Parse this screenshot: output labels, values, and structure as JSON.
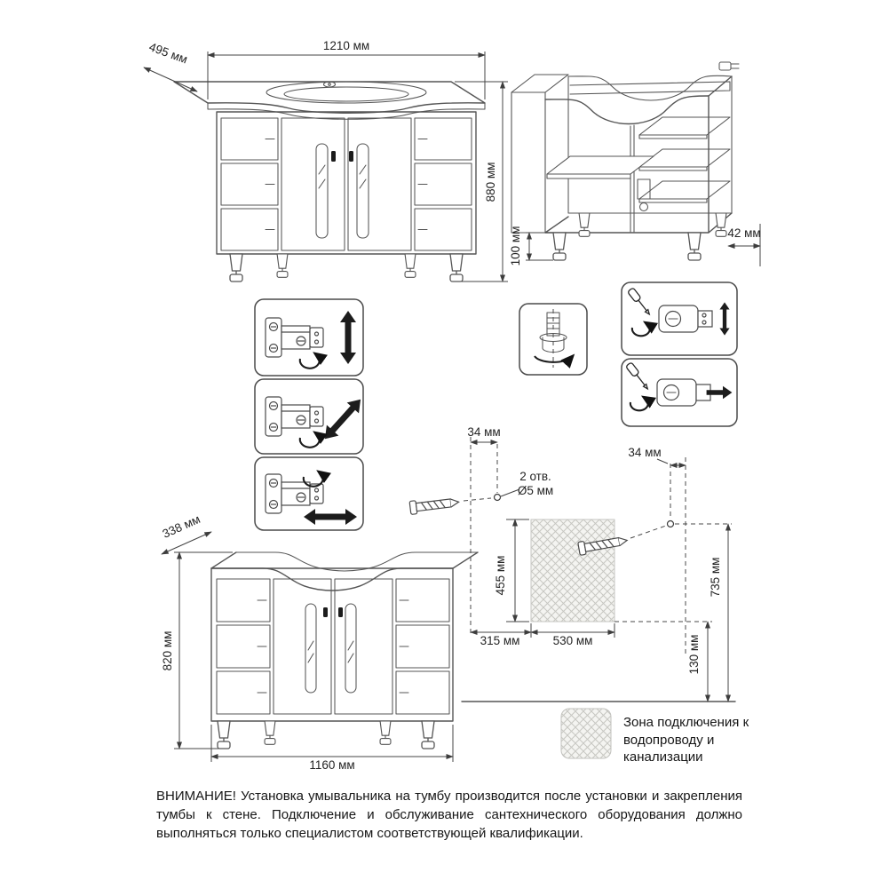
{
  "front_view": {
    "width": "1210 мм",
    "depth": "495 мм",
    "height": "880 мм"
  },
  "internal_view": {
    "leg_height": "100 мм",
    "wall_gap": "42 мм"
  },
  "rear_view": {
    "depth": "338 мм",
    "height": "820 мм",
    "width": "1160 мм"
  },
  "wall_layout": {
    "offset_top_left": "34 мм",
    "offset_top_right": "34 мм",
    "holes_count": "2 отв.",
    "holes_diameter": "Ø5 мм",
    "zone_height": "455 мм",
    "holes_height": "735 мм",
    "bottom_offset": "130 мм",
    "left_offset": "315 мм",
    "zone_width": "530 мм"
  },
  "legend": {
    "zone_text": "Зона подключения к водопроводу и канализации"
  },
  "warning": {
    "text": "ВНИМАНИЕ! Установка умывальника на тумбу производится после установки и закрепления тумбы к стене. Подключение и обслуживание сантехнического оборудования должно выполняться только специалистом соответствующей квалификации."
  }
}
